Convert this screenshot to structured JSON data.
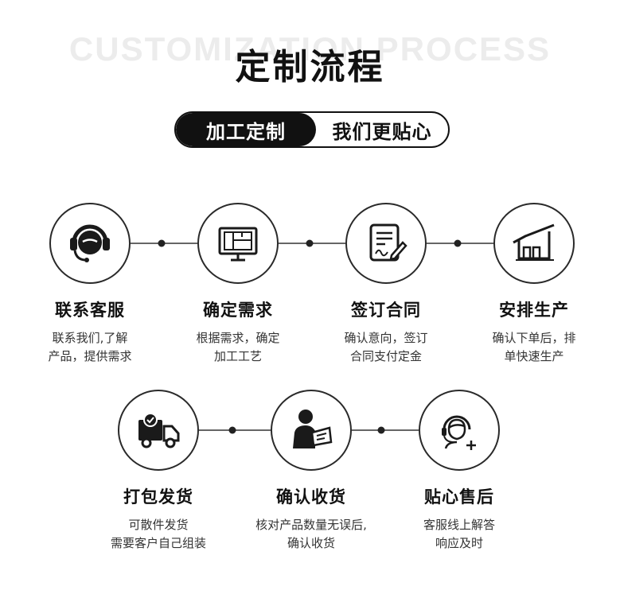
{
  "header": {
    "bg_text": "CUSTOMIZATION PROCESS",
    "title": "定制流程"
  },
  "pill": {
    "left": "加工定制",
    "right": "我们更贴心"
  },
  "steps": [
    {
      "icon": "headset-icon",
      "title": "联系客服",
      "desc": [
        "联系我们,了解",
        "产品，提供需求"
      ]
    },
    {
      "icon": "monitor-blueprint-icon",
      "title": "确定需求",
      "desc": [
        "根据需求，确定",
        "加工工艺"
      ]
    },
    {
      "icon": "contract-sign-icon",
      "title": "签订合同",
      "desc": [
        "确认意向，签订",
        "合同支付定金"
      ]
    },
    {
      "icon": "factory-icon",
      "title": "安排生产",
      "desc": [
        "确认下单后，排",
        "单快速生产"
      ]
    },
    {
      "icon": "delivery-truck-icon",
      "title": "打包发货",
      "desc": [
        "可散件发货",
        "需要客户自己组装"
      ]
    },
    {
      "icon": "person-receiving-icon",
      "title": "确认收货",
      "desc": [
        "核对产品数量无误后,",
        "确认收货"
      ]
    },
    {
      "icon": "support-agent-icon",
      "title": "贴心售后",
      "desc": [
        "客服线上解答",
        "响应及时"
      ]
    }
  ],
  "colors": {
    "dark": "#111111",
    "line": "#333333",
    "background": "#ffffff"
  }
}
